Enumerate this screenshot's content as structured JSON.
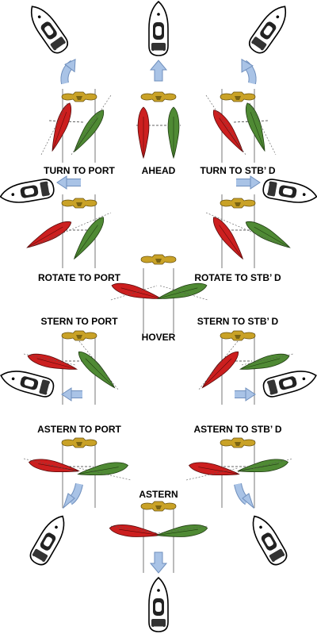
{
  "labels": {
    "ahead": "AHEAD",
    "turn_to_port": "TURN TO PORT",
    "turn_to_stbd": "TURN TO STB’ D",
    "rotate_to_port": "ROTATE TO PORT",
    "rotate_to_stbd": "ROTATE TO STB’ D",
    "hover": "HOVER",
    "stern_to_port": "STERN TO PORT",
    "stern_to_stbd": "STERN TO STB’ D",
    "astern_to_port": "ASTERN TO PORT",
    "astern_to_stbd": "ASTERN TO STB’ D",
    "astern": "ASTERN"
  },
  "colors": {
    "port_blade": "#cc1f1f",
    "stbd_blade": "#4f8a34",
    "propeller_hub": "#c9a227",
    "arrow": "#a9c3e6",
    "arrow_dark": "#7fa0cf",
    "line": "#555555"
  },
  "icons": {
    "vessel": "vessel-icon",
    "arrow": "thrust-arrow-icon",
    "propeller": "propeller-hub-icon"
  }
}
